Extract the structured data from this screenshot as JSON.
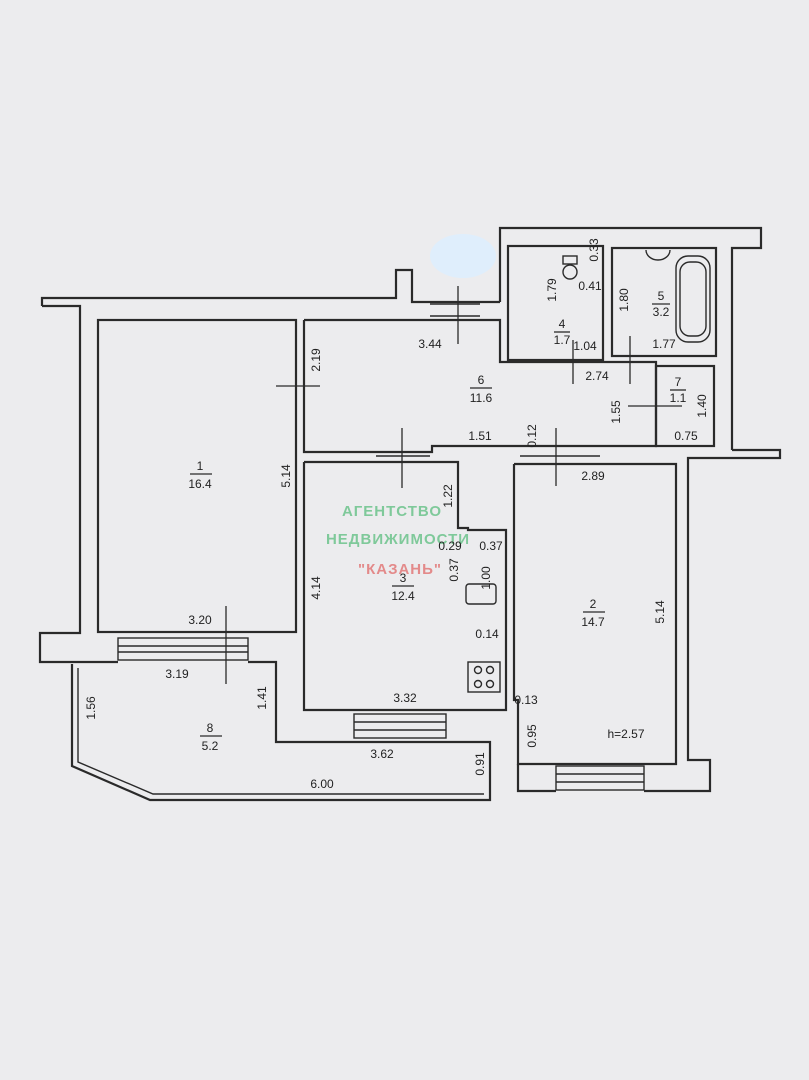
{
  "rooms": [
    {
      "number": "1",
      "area": "16.4"
    },
    {
      "number": "2",
      "area": "14.7"
    },
    {
      "number": "3",
      "area": "12.4"
    },
    {
      "number": "4",
      "area": "1.7"
    },
    {
      "number": "5",
      "area": "3.2"
    },
    {
      "number": "6",
      "area": "11.6"
    },
    {
      "number": "7",
      "area": "1.1"
    },
    {
      "number": "8",
      "area": "5.2"
    }
  ],
  "dimensions": {
    "d344": "3.44",
    "d219": "2.19",
    "d514a": "5.14",
    "d320": "3.20",
    "d319": "3.19",
    "d156": "1.56",
    "d141": "1.41",
    "d362": "3.62",
    "d600": "6.00",
    "d091": "0.91",
    "d033": "0.33",
    "d041": "0.41",
    "d179": "1.79",
    "d104": "1.04",
    "d180": "1.80",
    "d177": "1.77",
    "d274": "2.74",
    "d155": "1.55",
    "d140": "1.40",
    "d075": "0.75",
    "d151": "1.51",
    "d012": "0.12",
    "d289": "2.89",
    "d122": "1.22",
    "d029": "0.29",
    "d037a": "0.37",
    "d037b": "0.37",
    "d100": "1.00",
    "d414": "4.14",
    "d014": "0.14",
    "d332": "3.32",
    "d514b": "5.14",
    "d013": "0.13",
    "d095": "0.95"
  },
  "ceiling_height": "h=2.57",
  "watermark": {
    "line1": "АГЕНТСТВО",
    "line2": "НЕДВИЖИМОСТИ",
    "line3": "\"КАЗАНЬ\"",
    "color_green": "#7fc99a",
    "color_red": "#e38a8a"
  }
}
